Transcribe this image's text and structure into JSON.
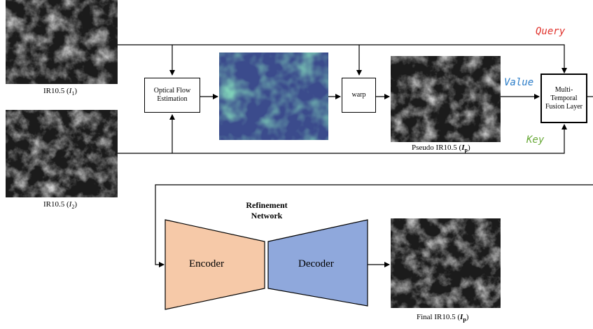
{
  "images": {
    "input1_caption": "IR10.5 (",
    "input1_sym": "I",
    "input1_sub": "1",
    "input2_caption": "IR10.5 (",
    "input2_sym": "I",
    "input2_sub": "2",
    "pseudo_caption": "Pseudo IR10.5 (",
    "pseudo_sym": "I",
    "pseudo_sub": "p",
    "final_caption": "Final IR10.5 (",
    "final_sym": "I",
    "final_sub": "p",
    "close_paren": ")"
  },
  "blocks": {
    "optical_flow": "Optical Flow Estimation",
    "warp": "warp",
    "fusion": "Multi-Temporal Fusion Layer",
    "refinement": "Refinement Network",
    "encoder": "Encoder",
    "decoder": "Decoder"
  },
  "attention": {
    "query": "Query",
    "value": "Value",
    "key": "Key"
  },
  "colors": {
    "query": "#e0312b",
    "value": "#2a7cc8",
    "key": "#6aaa3a",
    "encoder_fill": "#f6c9a8",
    "decoder_fill": "#8fa8dc",
    "flow_dark": "#3b4b8c",
    "flow_light": "#3fbf84"
  }
}
